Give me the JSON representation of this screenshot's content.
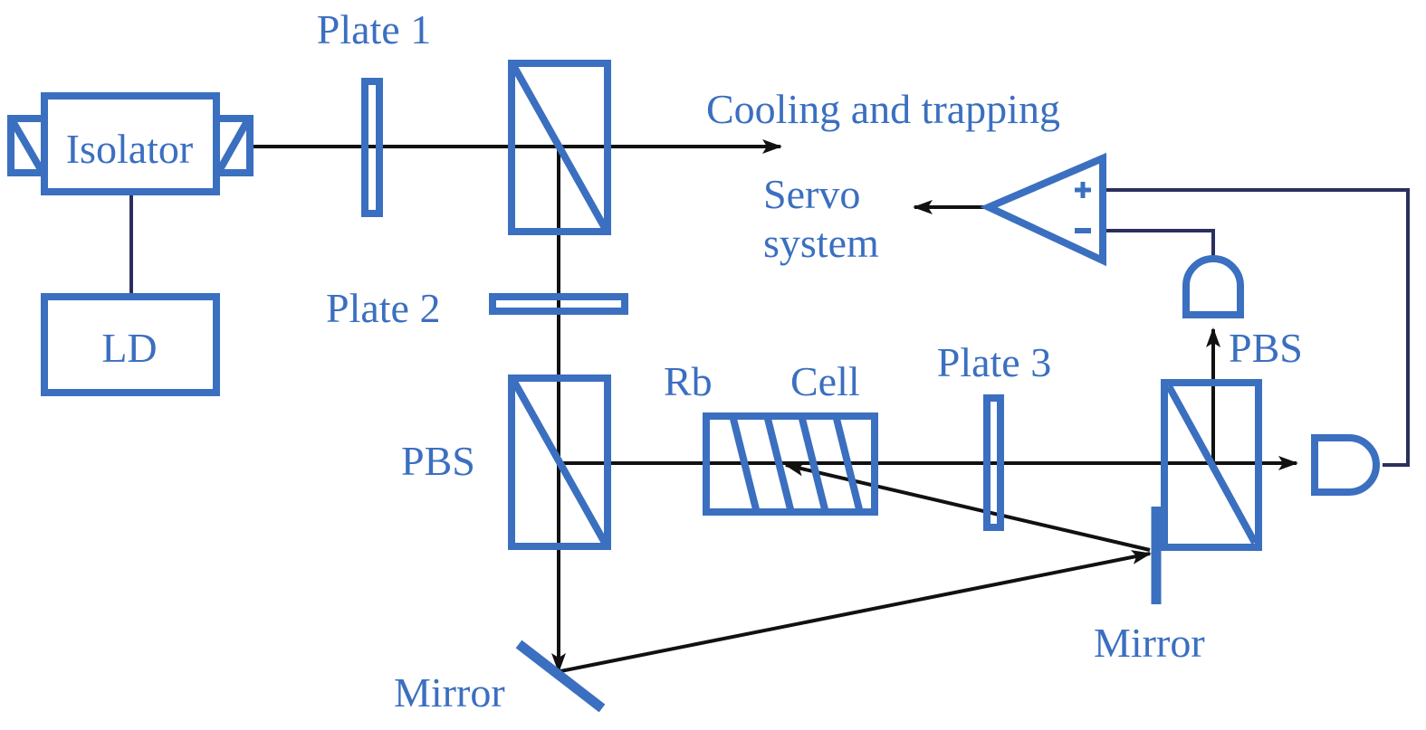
{
  "diagram": {
    "title": "Laser frequency stabilization optical setup",
    "colors": {
      "component": "#3b6fc0",
      "beam": "#111111",
      "wire": "#2a2f5e"
    },
    "labels": {
      "plate1": "Plate 1",
      "isolator": "Isolator",
      "ld": "LD",
      "cooling": "Cooling and trapping",
      "servo_line1": "Servo",
      "servo_line2": "system",
      "plate2": "Plate 2",
      "rb": "Rb",
      "cell": "Cell",
      "plate3": "Plate 3",
      "pbs_left": "PBS",
      "pbs_right": "PBS",
      "mirror_bottom": "Mirror",
      "mirror_right": "Mirror",
      "amp_plus": "+",
      "amp_minus": "-"
    },
    "components": [
      {
        "id": "ld",
        "type": "laser-diode"
      },
      {
        "id": "isolator",
        "type": "optical-isolator"
      },
      {
        "id": "plate1",
        "type": "waveplate"
      },
      {
        "id": "pbs-top",
        "type": "polarizing-beam-splitter"
      },
      {
        "id": "plate2",
        "type": "waveplate"
      },
      {
        "id": "pbs-left",
        "type": "polarizing-beam-splitter"
      },
      {
        "id": "rb-cell",
        "type": "vapor-cell"
      },
      {
        "id": "plate3",
        "type": "waveplate"
      },
      {
        "id": "pbs-right",
        "type": "polarizing-beam-splitter"
      },
      {
        "id": "mirror-bottom",
        "type": "mirror"
      },
      {
        "id": "mirror-right",
        "type": "mirror"
      },
      {
        "id": "detector-top",
        "type": "photodetector"
      },
      {
        "id": "detector-right",
        "type": "photodetector"
      },
      {
        "id": "diff-amp",
        "type": "differential-amplifier"
      }
    ]
  }
}
